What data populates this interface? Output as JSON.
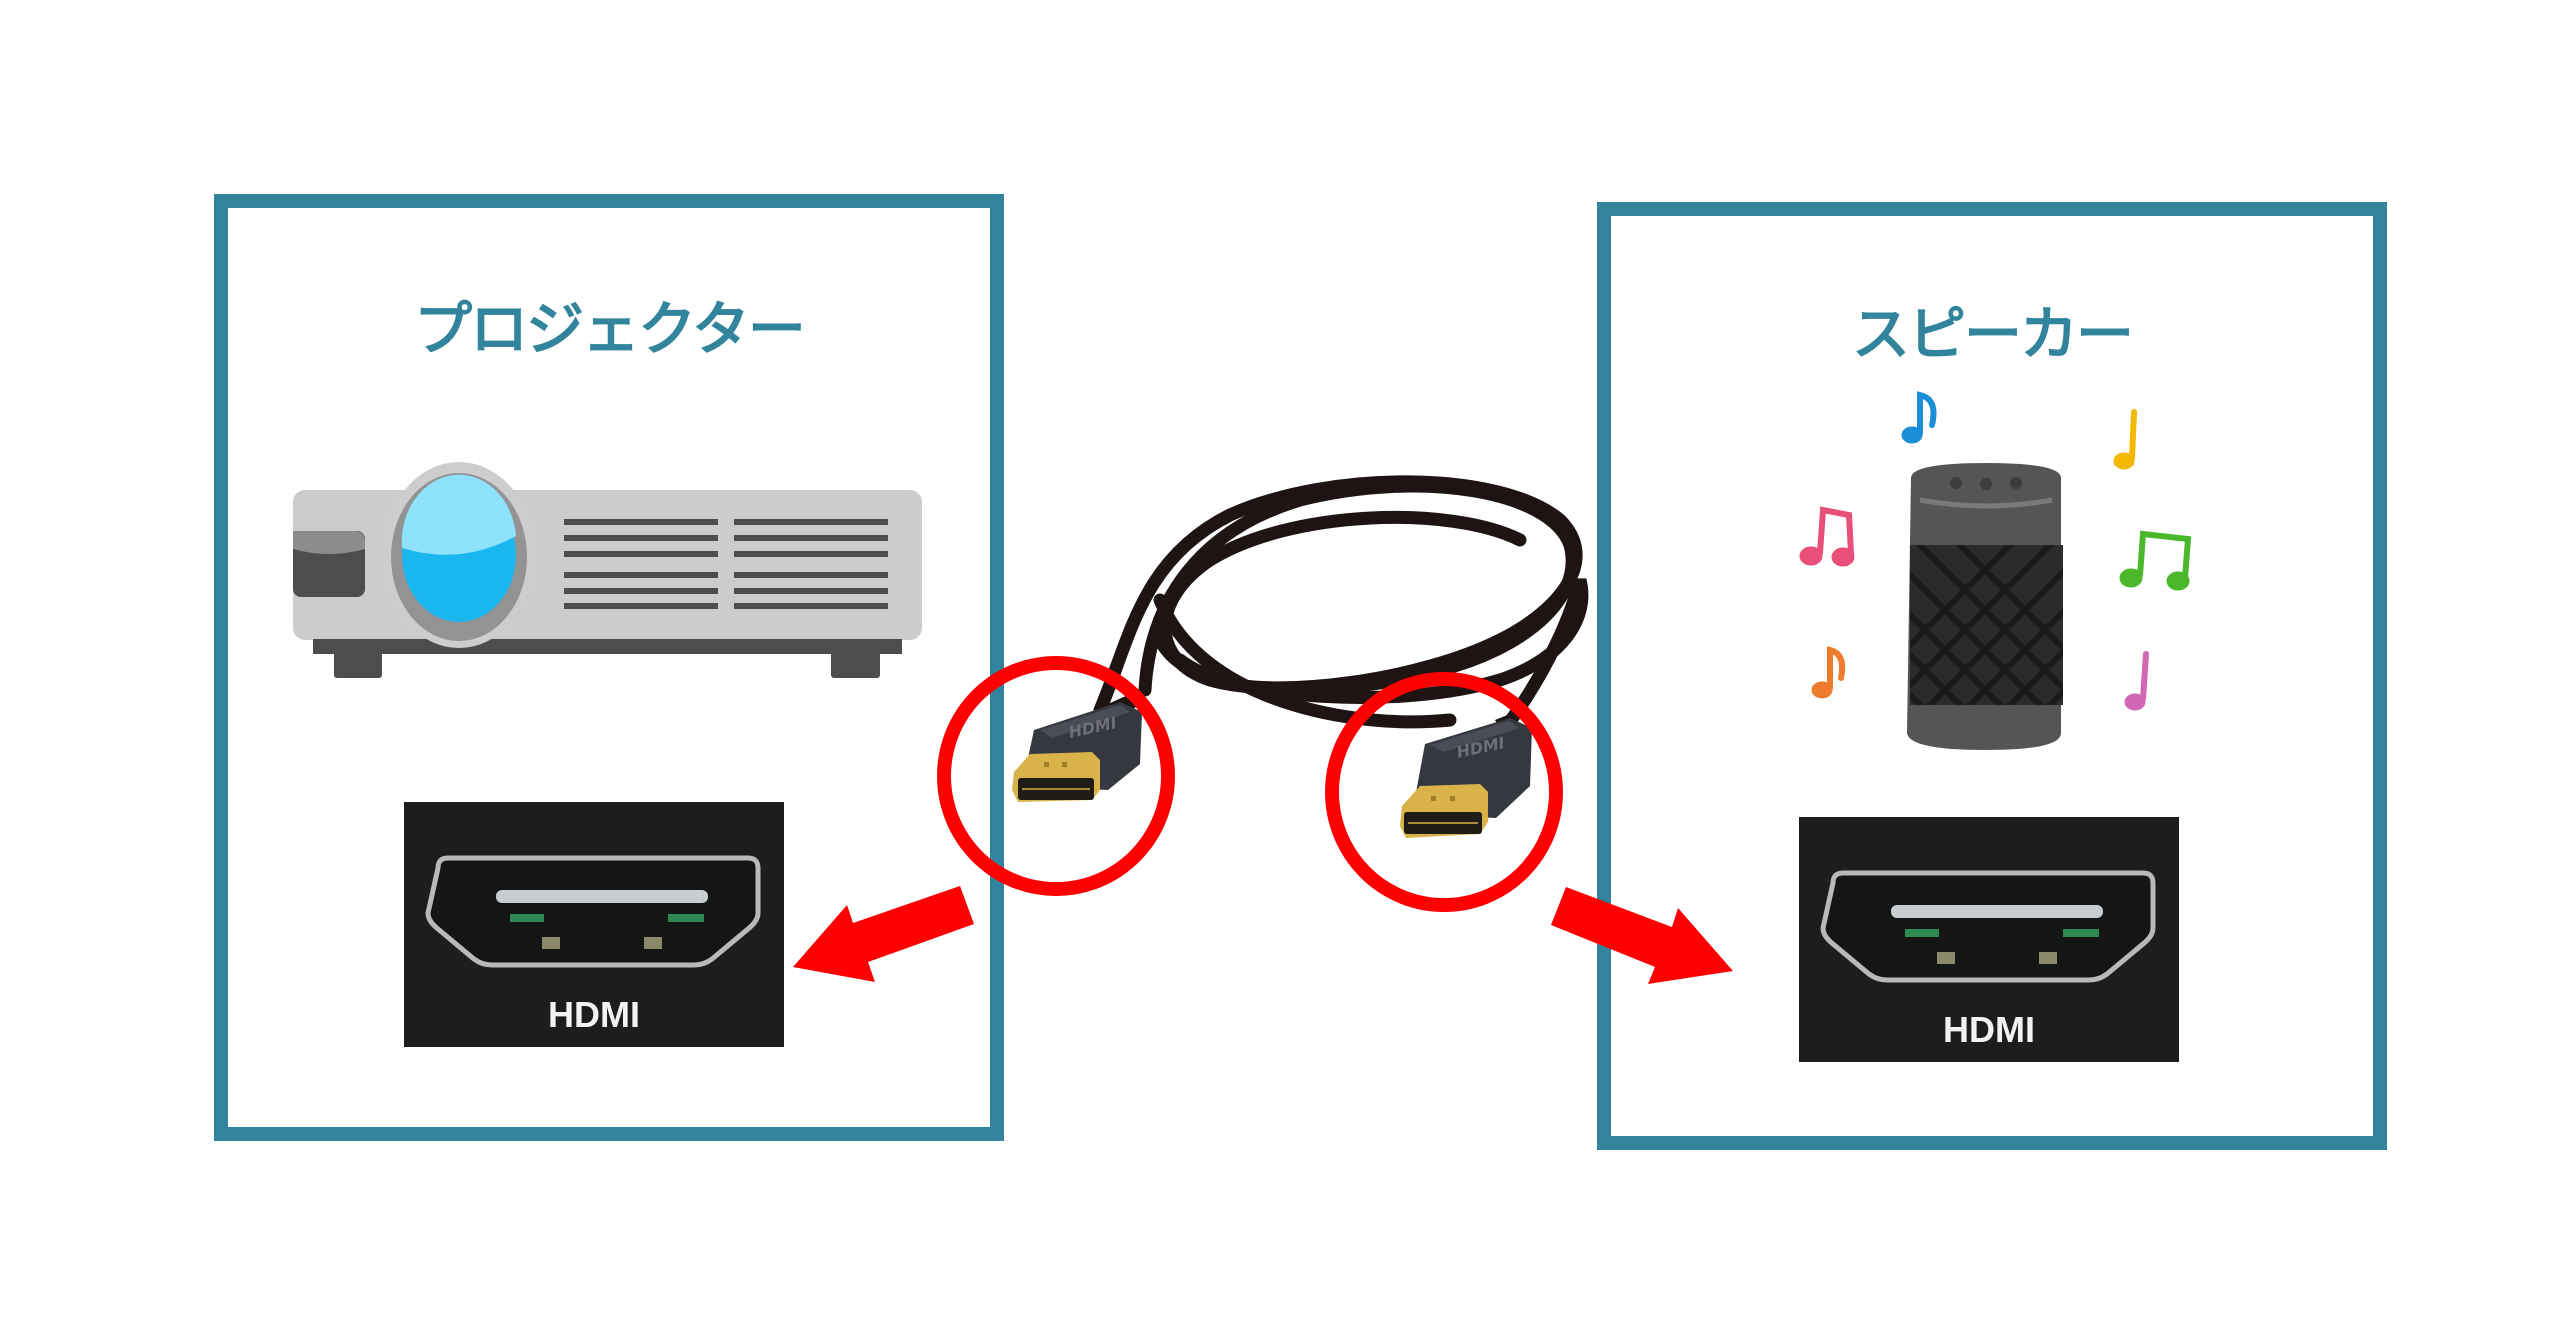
{
  "diagram": {
    "left_device": {
      "title": "プロジェクター",
      "icon": "projector-icon",
      "port_label": "HDMI",
      "port_icon": "hdmi-port-icon"
    },
    "right_device": {
      "title": "スピーカー",
      "icon": "smart-speaker-icon",
      "port_label": "HDMI",
      "port_icon": "hdmi-port-icon",
      "music_notes": [
        "blue",
        "yellow",
        "pink",
        "green",
        "orange",
        "purple"
      ]
    },
    "cable": {
      "icon": "hdmi-cable-icon",
      "connector_text": "HDMI"
    },
    "colors": {
      "frame": "#31849b",
      "highlight": "#ff0000",
      "cable": "#1e1414",
      "connector_body": "#35383f",
      "connector_gold": "#d9b24a",
      "lens": "#1ab6ef",
      "projector_body": "#cccccc"
    }
  }
}
